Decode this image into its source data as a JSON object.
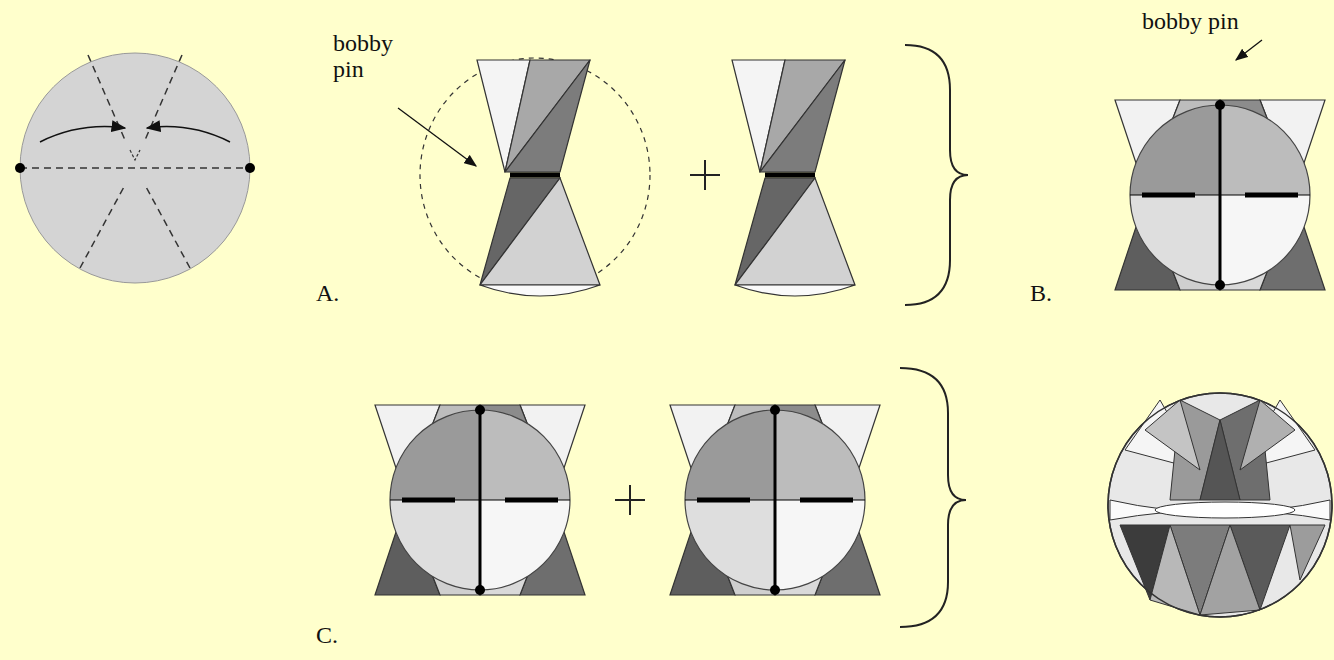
{
  "diagram": {
    "labels": [
      "bobby pin",
      "A.",
      "B.",
      "bobby pin",
      "C."
    ]
  }
}
